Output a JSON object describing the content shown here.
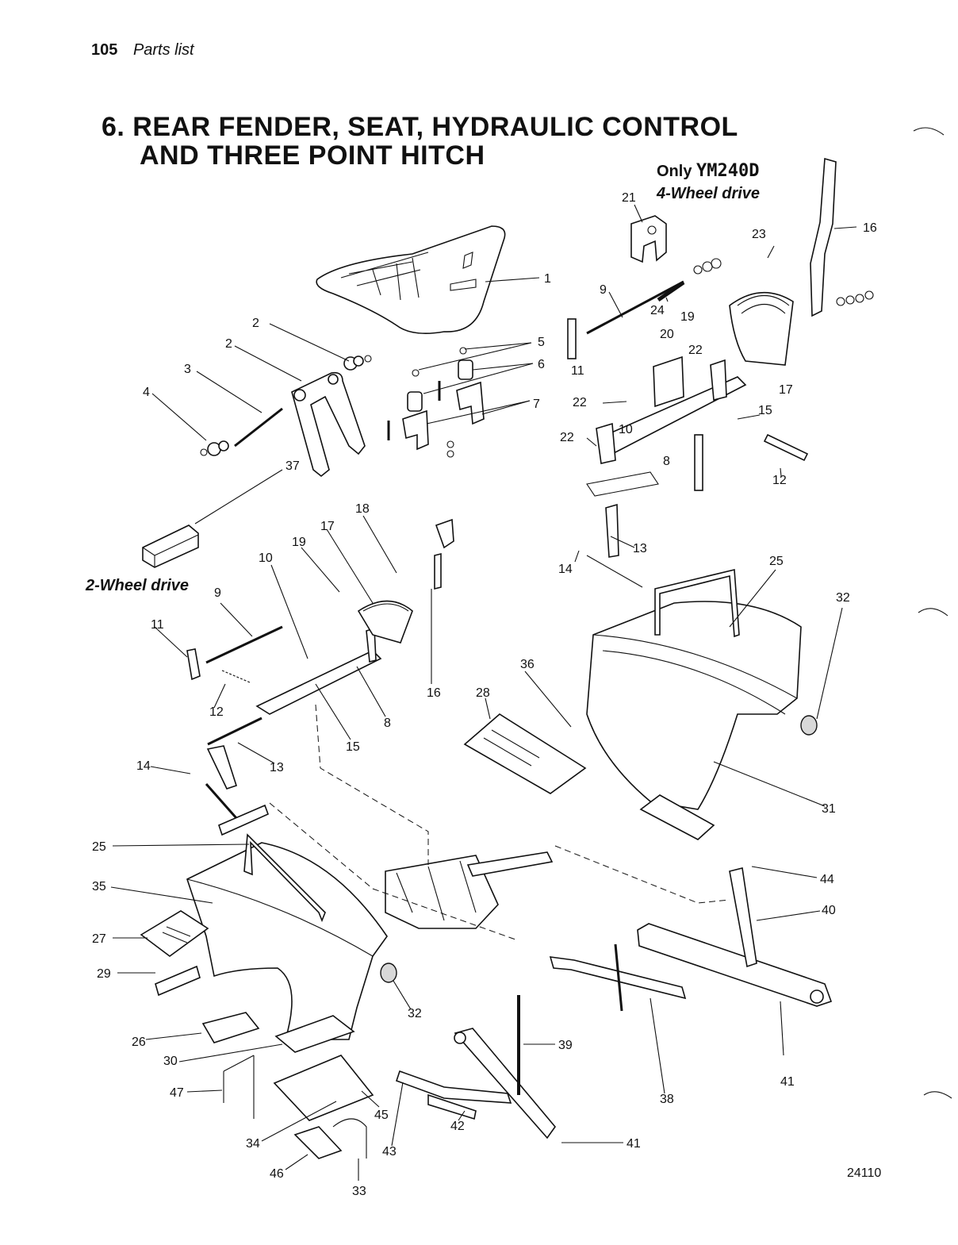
{
  "header": {
    "page_number": "105",
    "section": "Parts list"
  },
  "title": {
    "line1": "6. REAR FENDER, SEAT, HYDRAULIC CONTROL",
    "line2": "AND THREE POINT HITCH"
  },
  "variants": {
    "only_prefix": "Only",
    "model": "YM240D",
    "four_wd": "4-Wheel drive",
    "two_wd": "2-Wheel drive"
  },
  "figure_number": "24110",
  "callouts": [
    "1",
    "2",
    "2",
    "3",
    "4",
    "5",
    "6",
    "7",
    "37",
    "21",
    "23",
    "16",
    "9",
    "24",
    "19",
    "20",
    "22",
    "11",
    "22",
    "17",
    "22",
    "10",
    "15",
    "8",
    "12",
    "13",
    "14",
    "18",
    "17",
    "19",
    "10",
    "9",
    "11",
    "16",
    "12",
    "8",
    "15",
    "13",
    "14",
    "25",
    "32",
    "36",
    "28",
    "31",
    "25",
    "35",
    "27",
    "29",
    "32",
    "26",
    "30",
    "47",
    "45",
    "34",
    "46",
    "33",
    "42",
    "43",
    "41",
    "39",
    "38",
    "41",
    "44",
    "40"
  ]
}
